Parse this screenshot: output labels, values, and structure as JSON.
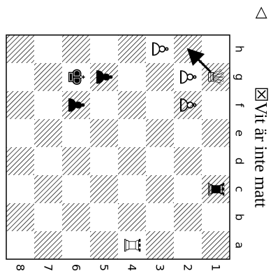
{
  "caption": "☒Vit är inte matt",
  "turn_marker": "◁",
  "files": [
    "a",
    "b",
    "c",
    "d",
    "e",
    "f",
    "g",
    "h"
  ],
  "ranks": [
    "1",
    "2",
    "3",
    "4",
    "5",
    "6",
    "7",
    "8"
  ],
  "pieces": [
    {
      "square": "a4",
      "color": "white",
      "type": "rook",
      "glyph": "♖"
    },
    {
      "square": "c1",
      "color": "black",
      "type": "rook",
      "glyph": "♜"
    },
    {
      "square": "f6",
      "color": "black",
      "type": "pawn",
      "glyph": "♟"
    },
    {
      "square": "g6",
      "color": "black",
      "type": "king",
      "glyph": "♚"
    },
    {
      "square": "g5",
      "color": "black",
      "type": "pawn",
      "glyph": "♟"
    },
    {
      "square": "h3",
      "color": "white",
      "type": "pawn",
      "glyph": "♙"
    },
    {
      "square": "g2",
      "color": "white",
      "type": "pawn",
      "glyph": "♙"
    },
    {
      "square": "f2",
      "color": "white",
      "type": "pawn",
      "glyph": "♙"
    },
    {
      "square": "g1",
      "color": "white",
      "type": "queen",
      "glyph": "♕"
    }
  ],
  "arrow": {
    "from": "g1",
    "to": "h2"
  },
  "colors": {
    "dark_square_hatch": "#000000",
    "light_square": "#ffffff",
    "border": "#000000",
    "arrow": "#000000"
  }
}
